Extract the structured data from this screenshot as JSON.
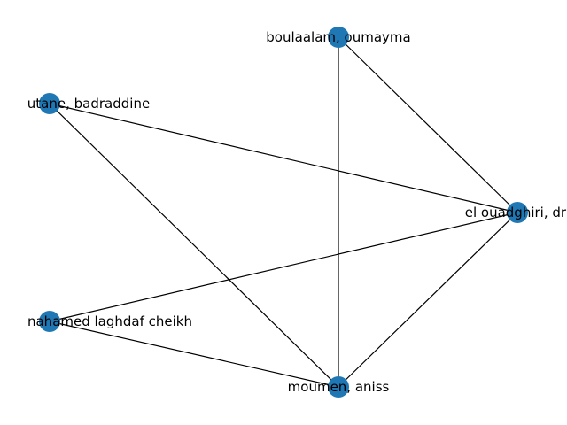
{
  "graph": {
    "node_color": "#1f77b4",
    "edge_color": "#000000",
    "nodes": [
      {
        "id": "n_boulaalam",
        "label": "boulaalam, oumayma"
      },
      {
        "id": "n_badraddine",
        "label": "utane, badraddine"
      },
      {
        "id": "n_elouadghiri",
        "label": "el ouadghiri, dri"
      },
      {
        "id": "n_mahamed",
        "label": "nahamed laghdaf cheikh"
      },
      {
        "id": "n_moumen",
        "label": "moumen, aniss"
      }
    ],
    "edges": [
      {
        "source": "n_boulaalam",
        "target": "n_elouadghiri"
      },
      {
        "source": "n_boulaalam",
        "target": "n_moumen"
      },
      {
        "source": "n_badraddine",
        "target": "n_elouadghiri"
      },
      {
        "source": "n_badraddine",
        "target": "n_moumen"
      },
      {
        "source": "n_mahamed",
        "target": "n_elouadghiri"
      },
      {
        "source": "n_mahamed",
        "target": "n_moumen"
      },
      {
        "source": "n_elouadghiri",
        "target": "n_moumen"
      }
    ]
  }
}
